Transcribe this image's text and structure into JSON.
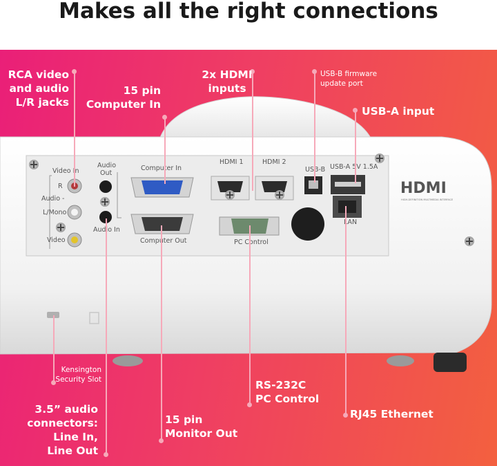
{
  "headline": "Makes all the right connections",
  "callouts": {
    "rca_line1": "RCA video",
    "rca_line2": "and audio",
    "rca_line3": "L/R jacks",
    "comp_in_line1": "15 pin",
    "comp_in_line2": "Computer In",
    "hdmi_line1": "2x HDMI",
    "hdmi_line2": "inputs",
    "usbb_line1": "USB-B firmware",
    "usbb_line2": "update port",
    "usba": "USB-A input",
    "kens_line1": "Kensington",
    "kens_line2": "Security Slot",
    "audio_line1": "3.5” audio",
    "audio_line2": "connectors:",
    "audio_line3": "Line In,",
    "audio_line4": "Line Out",
    "monitor_line1": "15 pin",
    "monitor_line2": "Monitor Out",
    "rs232_line1": "RS-232C",
    "rs232_line2": "PC Control",
    "rj45": "RJ45 Ethernet"
  },
  "panel_labels": {
    "video_in": "Video In",
    "r": "R",
    "audio": "Audio -",
    "l_mono": "L/Mono",
    "video": "Video",
    "audio_out_line1": "Audio",
    "audio_out_line2": "Out",
    "audio_in": "Audio In",
    "computer_in": "Computer In",
    "computer_out": "Computer Out",
    "hdmi1": "HDMI 1",
    "hdmi2": "HDMI 2",
    "pc_control": "PC Control",
    "usb_b": "USB-B",
    "usb_a": "USB-A 5V 1.5A",
    "lan": "LAN",
    "hdmi_logo": "HDMI",
    "hdmi_logo_sub": "HIGH-DEFINITION MULTIMEDIA INTERFACE"
  },
  "colors": {
    "gradient_start": "#ea1f78",
    "gradient_end": "#f3603f",
    "leader_line": "#f6a9b9"
  }
}
